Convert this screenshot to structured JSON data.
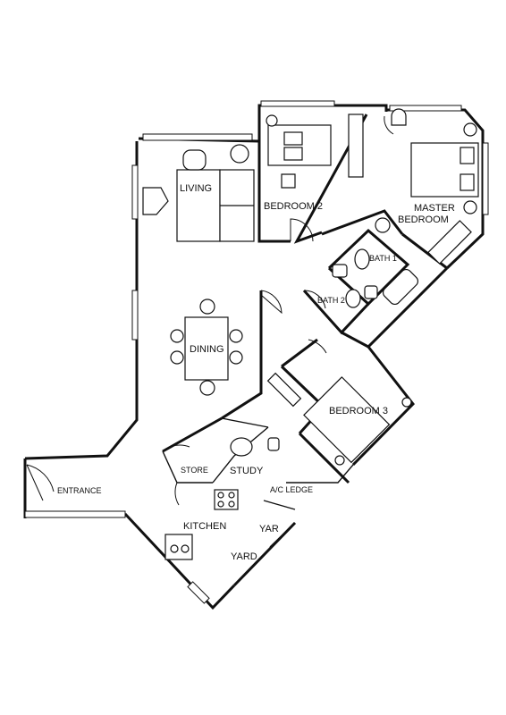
{
  "rooms": {
    "living": "LIVING",
    "bedroom2": "BEDROOM 2",
    "master_line1": "MASTER",
    "master_line2": "BEDROOM",
    "bath1": "BATH 1",
    "bath2": "BATH 2",
    "dining": "DINING",
    "bedroom3": "BEDROOM 3",
    "store": "STORE",
    "study": "STUDY",
    "entrance": "ENTRANCE",
    "ac_ledge": "A/C LEDGE",
    "kitchen": "KITCHEN",
    "yard_upper": "YAR",
    "yard": "YARD"
  }
}
